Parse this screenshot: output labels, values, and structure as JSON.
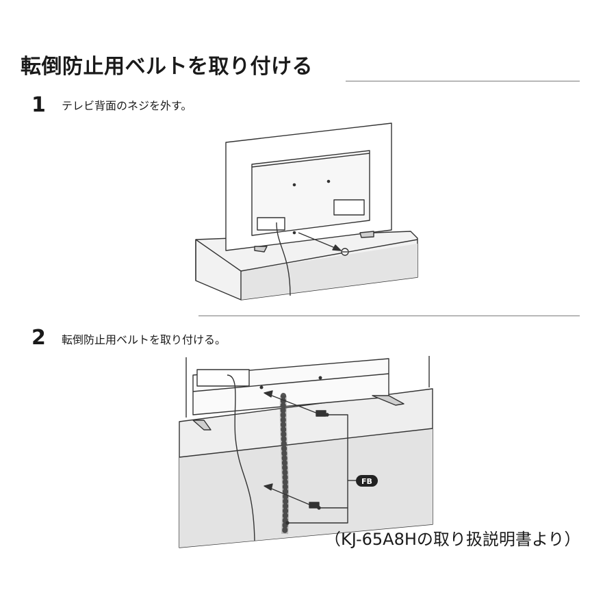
{
  "page": {
    "title": "転倒防止用ベルトを取り付ける",
    "steps": [
      {
        "number": "1",
        "text": "テレビ背面のネジを外す。"
      },
      {
        "number": "2",
        "text": "転倒防止用ベルトを取り付ける。"
      }
    ],
    "callout_label": "FB",
    "caption": "（KJ-65A8Hの取り扱説明書より）"
  }
}
